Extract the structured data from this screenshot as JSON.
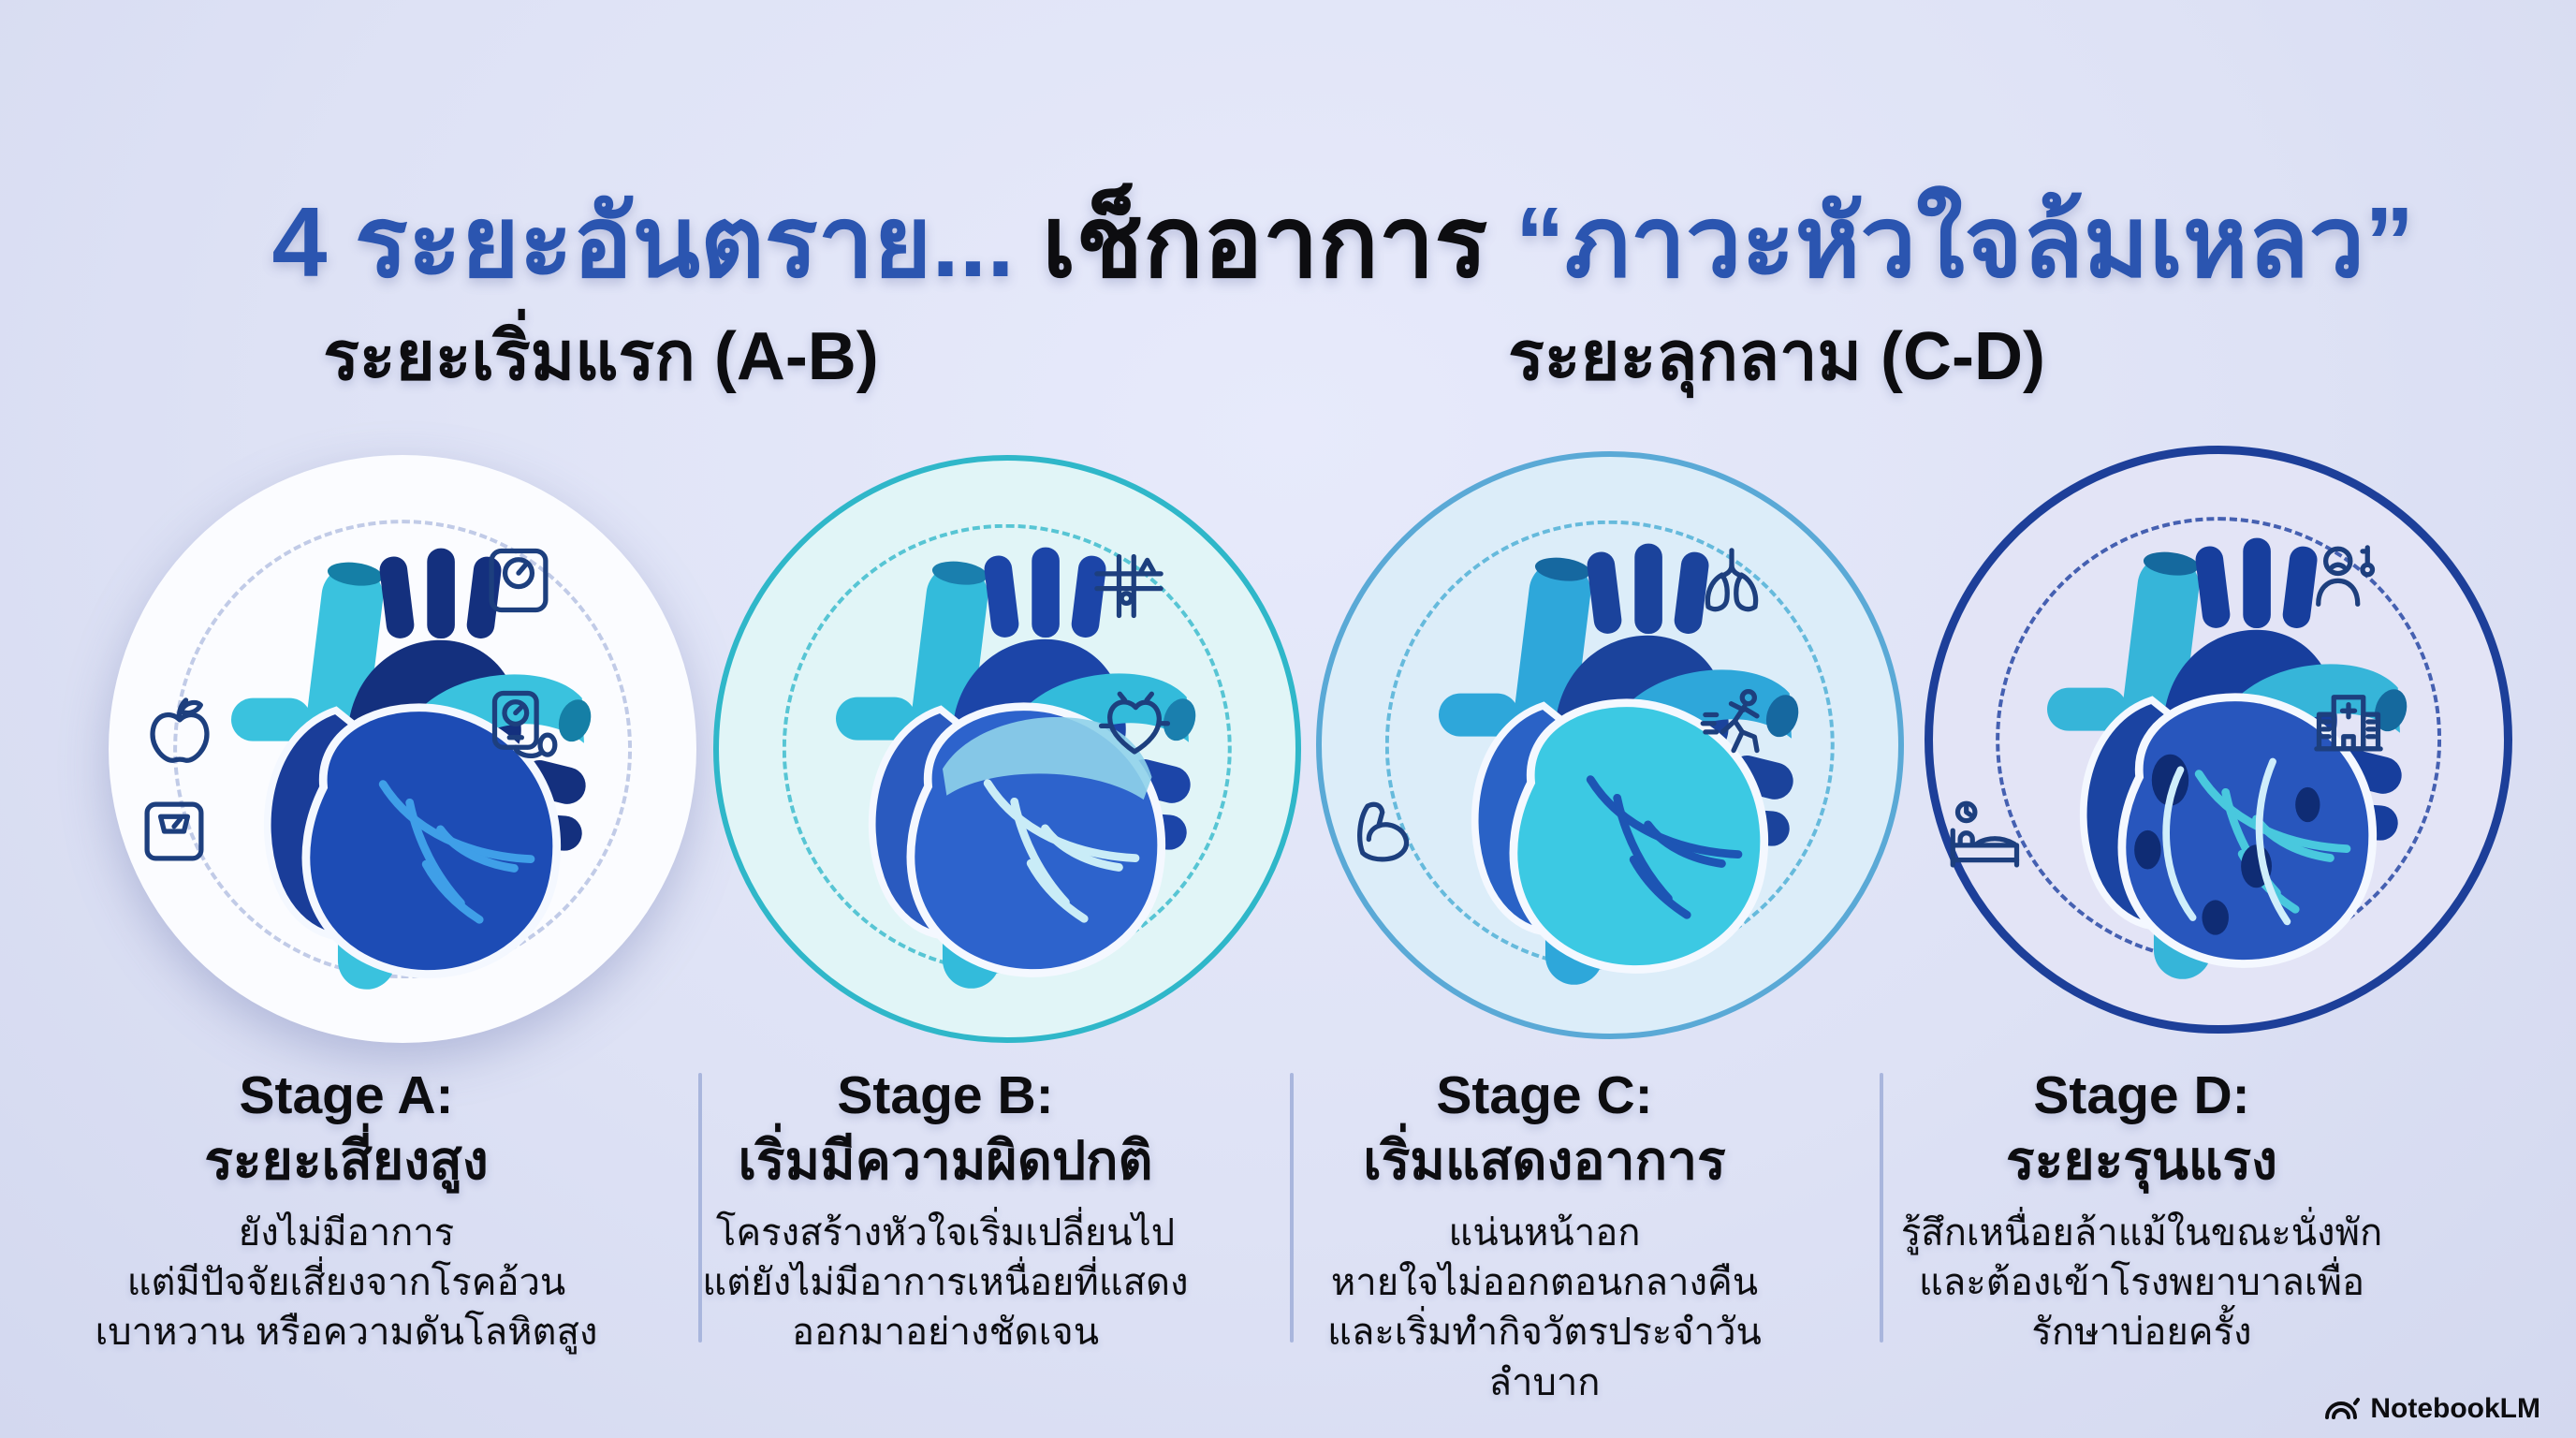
{
  "title": {
    "part1": "4 ระยะอันตราย... ",
    "part2": "เช็กอาการ ",
    "part3": "“ภาวะหัวใจล้มเหลว”"
  },
  "sections": [
    {
      "label": "ระยะเริ่มแรก (A-B)"
    },
    {
      "label": "ระยะลุกลาม (C-D)"
    }
  ],
  "stages": [
    {
      "id": "A",
      "title": "Stage A:",
      "subtitle": "ระยะเสี่ยงสูง",
      "desc_lines": [
        "ยังไม่มีอาการ",
        "แต่มีปัจจัยเสี่ยงจากโรคอ้วน",
        "เบาหวาน หรือความดันโลหิตสูง"
      ],
      "icons": [
        "apple-icon",
        "weight-scale-icon",
        "blood-pressure-icon",
        "bathroom-scale-icon"
      ],
      "heart": {
        "tube": "#3ac2de",
        "open": "#157fa6",
        "aorta": "#14307e",
        "atrium": "#1a3d99",
        "body": "#1d4cb5",
        "vein": "#3f9fe8"
      }
    },
    {
      "id": "B",
      "title": "Stage B:",
      "subtitle": "เริ่มมีความผิดปกติ",
      "desc_lines": [
        "โครงสร้างหัวใจเริ่มเปลี่ยนไป",
        "แต่ยังไม่มีอาการเหนื่อยที่แสดง",
        "ออกมาอย่างชัดเจน"
      ],
      "icons": [
        "ecg-graph-icon",
        "heart-small-icon"
      ],
      "heart": {
        "tube": "#33bbdb",
        "open": "#1a7fae",
        "aorta": "#1c45a8",
        "atrium": "#2a5abf",
        "body": "#2d63cc",
        "vein": "#c9ecf7",
        "shade": "#8fd2ea"
      }
    },
    {
      "id": "C",
      "title": "Stage C:",
      "subtitle": "เริ่มแสดงอาการ",
      "desc_lines": [
        "แน่นหน้าอก",
        "หายใจไม่ออกตอนกลางคืน",
        "และเริ่มทำกิจวัตรประจำวันลำบาก"
      ],
      "icons": [
        "lungs-icon",
        "runner-icon",
        "bicep-icon"
      ],
      "heart": {
        "tube": "#2ea7da",
        "open": "#1668a0",
        "aorta": "#1b439c",
        "atrium": "#2a62c6",
        "body": "#3cc9e3",
        "vein": "#1d55b4"
      }
    },
    {
      "id": "D",
      "title": "Stage D:",
      "subtitle": "ระยะรุนแรง",
      "desc_lines": [
        "รู้สึกเหนื่อยล้าแม้ในขณะนั่งพัก",
        "และต้องเข้าโรงพยาบาลเพื่อ",
        "รักษาบ่อยครั้ง"
      ],
      "icons": [
        "sick-person-icon",
        "hospital-icon",
        "bed-clock-icon"
      ],
      "heart": {
        "tube": "#36b5d9",
        "open": "#15699e",
        "aorta": "#173e9d",
        "atrium": "#1b44a2",
        "body": "#2856bd",
        "vein": "#49c8de",
        "spot": "#0f2c74",
        "chamber": "#cfeefb"
      }
    }
  ],
  "watermark": {
    "label": "NotebookLM"
  },
  "colors": {
    "background": "#dee2f5",
    "bg_light": "#e7eafb",
    "bg_edge": "#d3d8ef",
    "title_blue": "#2b55b0",
    "text_dark": "#0d0d10",
    "divider": "#a9b6dd",
    "icon_stroke": "#1d3f7e",
    "circle_a_fill": "#fbfcff",
    "circle_b_fill": "#e1f5f7",
    "circle_b_border": "#2fb7c9",
    "circle_c_fill": "#dcedf9",
    "circle_c_border": "#5aa9d6",
    "circle_d_fill": "#e3e4f6",
    "circle_d_border": "#1d3f99"
  }
}
